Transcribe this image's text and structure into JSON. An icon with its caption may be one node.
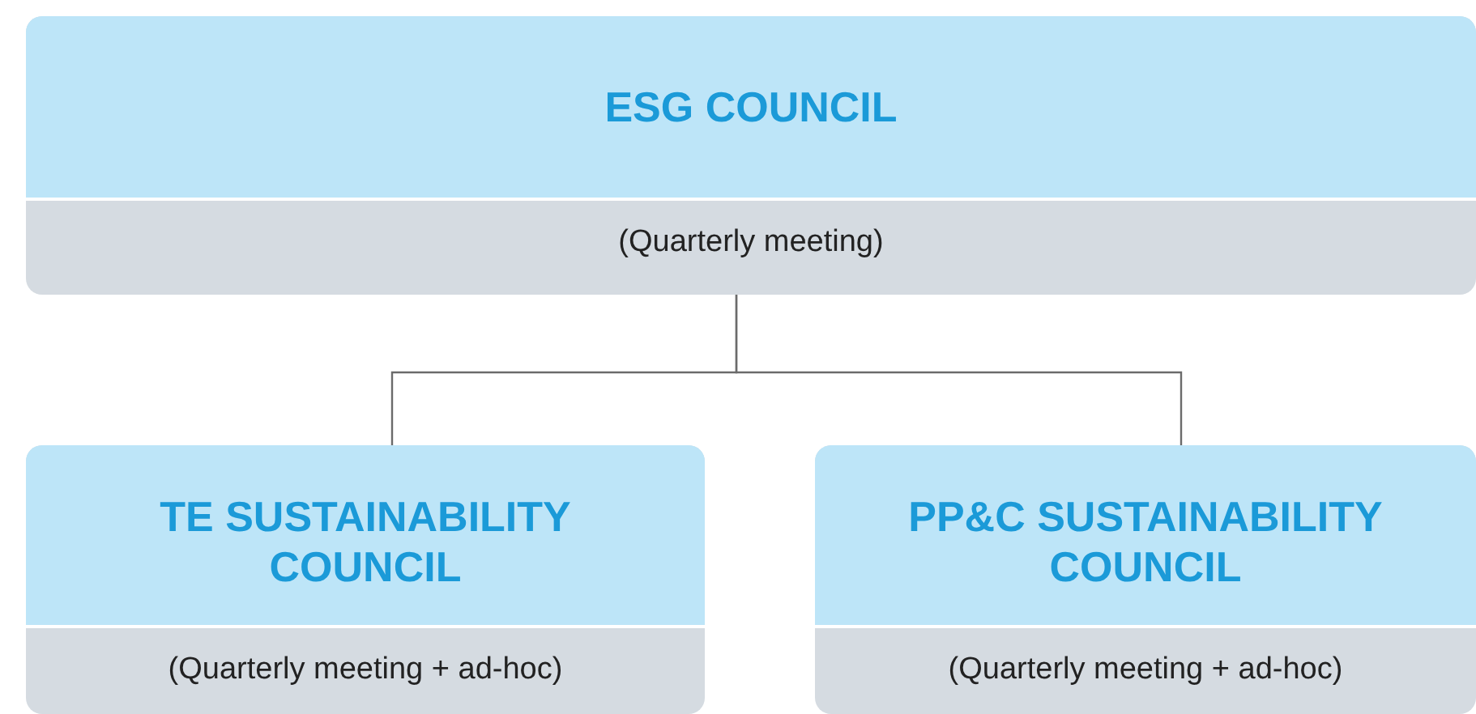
{
  "diagram": {
    "nodes": [
      {
        "text": [
          "ESG COUNCIL",
          "(Quarterly meeting)"
        ]
      },
      {
        "text": [
          "TE SUSTAINABILITY COUNCIL",
          "(Quarterly meeting + ad-hoc)"
        ]
      },
      {
        "text": [
          "PP&C SUSTAINABILITY COUNCIL",
          "(Quarterly meeting + ad-hoc)"
        ]
      }
    ],
    "edges": [
      {
        "from": 0,
        "to": 1,
        "arrow": "none"
      },
      {
        "from": 0,
        "to": 2,
        "arrow": "none"
      }
    ]
  }
}
